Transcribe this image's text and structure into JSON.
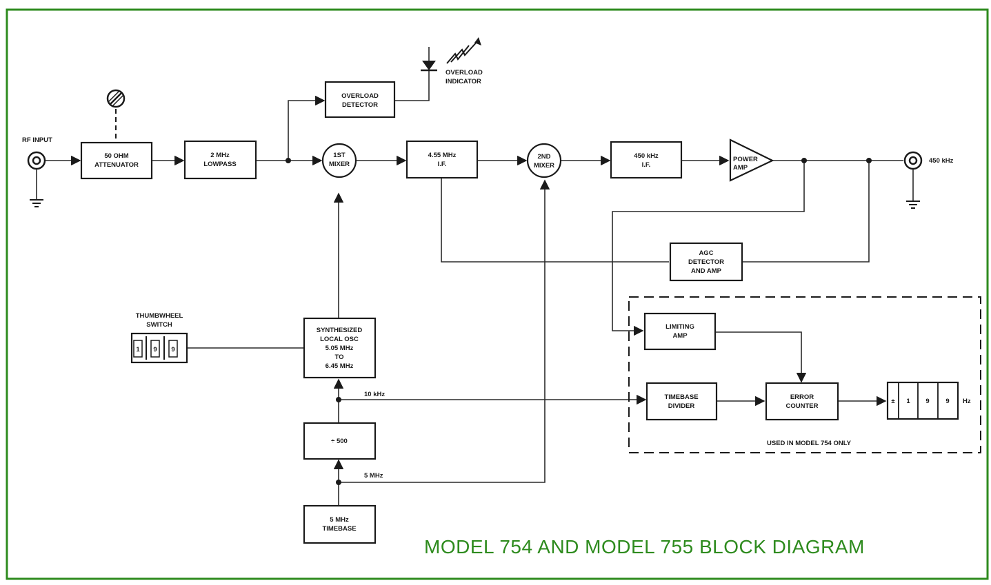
{
  "diagram": {
    "title": "MODEL 754 AND MODEL 755 BLOCK DIAGRAM",
    "border_color": "#2e8b1e",
    "title_color": "#2e8b1e",
    "labels": {
      "rf_input": "RF INPUT",
      "output_450khz": "450 kHz",
      "overload_indicator_l1": "OVERLOAD",
      "overload_indicator_l2": "INDICATOR",
      "thumbwheel_l1": "THUMBWHEEL",
      "thumbwheel_l2": "SWITCH",
      "freq_10khz": "10 kHz",
      "freq_5mhz": "5 MHz",
      "used_in": "USED IN MODEL 754 ONLY",
      "hz": "Hz"
    },
    "thumbwheel_digits": [
      "1",
      "9",
      "9"
    ],
    "counter_display": {
      "sign": "±",
      "digits": [
        "1",
        "9",
        "9"
      ]
    },
    "blocks": {
      "attenuator": [
        "50 OHM",
        "ATTENUATOR"
      ],
      "lowpass": [
        "2 MHz",
        "LOWPASS"
      ],
      "overload_detector": [
        "OVERLOAD",
        "DETECTOR"
      ],
      "mixer1": [
        "1ST",
        "MIXER"
      ],
      "if455": [
        "4.55 MHz",
        "I.F."
      ],
      "mixer2": [
        "2ND",
        "MIXER"
      ],
      "if450": [
        "450 kHz",
        "I.F."
      ],
      "power_amp": [
        "POWER",
        "AMP"
      ],
      "agc": [
        "AGC",
        "DETECTOR",
        "AND AMP"
      ],
      "synth": [
        "SYNTHESIZED",
        "LOCAL OSC",
        "5.05 MHz",
        "TO",
        "6.45 MHz"
      ],
      "divider500": [
        "÷ 500"
      ],
      "timebase5": [
        "5 MHz",
        "TIMEBASE"
      ],
      "limiting": [
        "LIMITING",
        "AMP"
      ],
      "tb_divider": [
        "TIMEBASE",
        "DIVIDER"
      ],
      "error_counter": [
        "ERROR",
        "COUNTER"
      ]
    }
  }
}
